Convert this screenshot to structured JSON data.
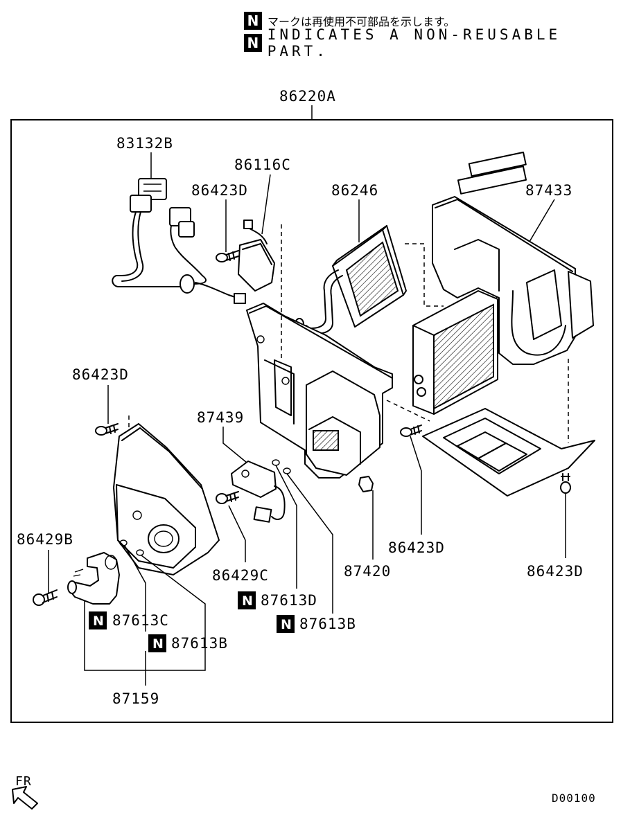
{
  "legend": {
    "badge": "N",
    "japanese": "マークは再使用不可部品を示します。",
    "english": "INDICATES A NON-REUSABLE PART."
  },
  "parts": {
    "assembly": "86220A",
    "harness": "83132B",
    "actuator": "86116C",
    "screw_actuator": "86423D",
    "evaporator": "86246",
    "heater_core": "87433",
    "screw_left": "86423D",
    "sensor": "87439",
    "screw_center": "86423D",
    "screw_right": "86423D",
    "clip": "87420",
    "screw_sensor": "86429C",
    "oring_d": "87613D",
    "oring_b_center": "87613B",
    "screw_pipe": "86429B",
    "oring_c": "87613C",
    "oring_b_left": "87613B",
    "pipe": "87159"
  },
  "direction": "FR",
  "diagram_code": "D00100"
}
